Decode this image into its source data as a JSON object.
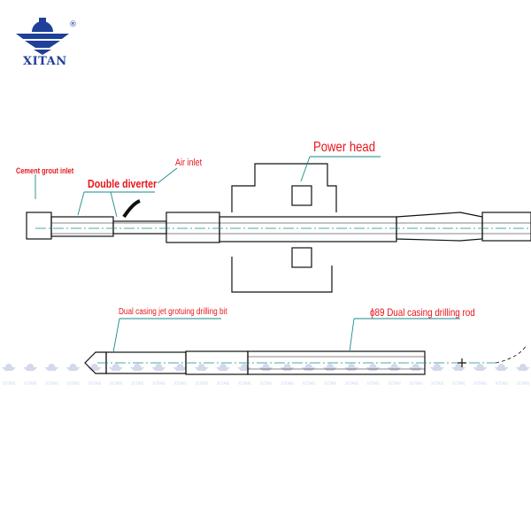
{
  "logo": {
    "brand": "XITAN",
    "registered_mark": "®"
  },
  "labels": {
    "power_head": "Power head",
    "cement_grout_inlet": "Cement grout inlet",
    "air_inlet": "Air inlet",
    "double_diverter": "Double  diverter",
    "drilling_bit": "Dual casing jet grotuing drilling bit",
    "drilling_rod": "ϕ89 Dual casing drilling rod"
  },
  "watermark": {
    "text": "XITAN"
  },
  "colors": {
    "label": "#e8141c",
    "leader": "#1a8a8a",
    "brand": "#1f3f99",
    "drawing": "#111111"
  }
}
